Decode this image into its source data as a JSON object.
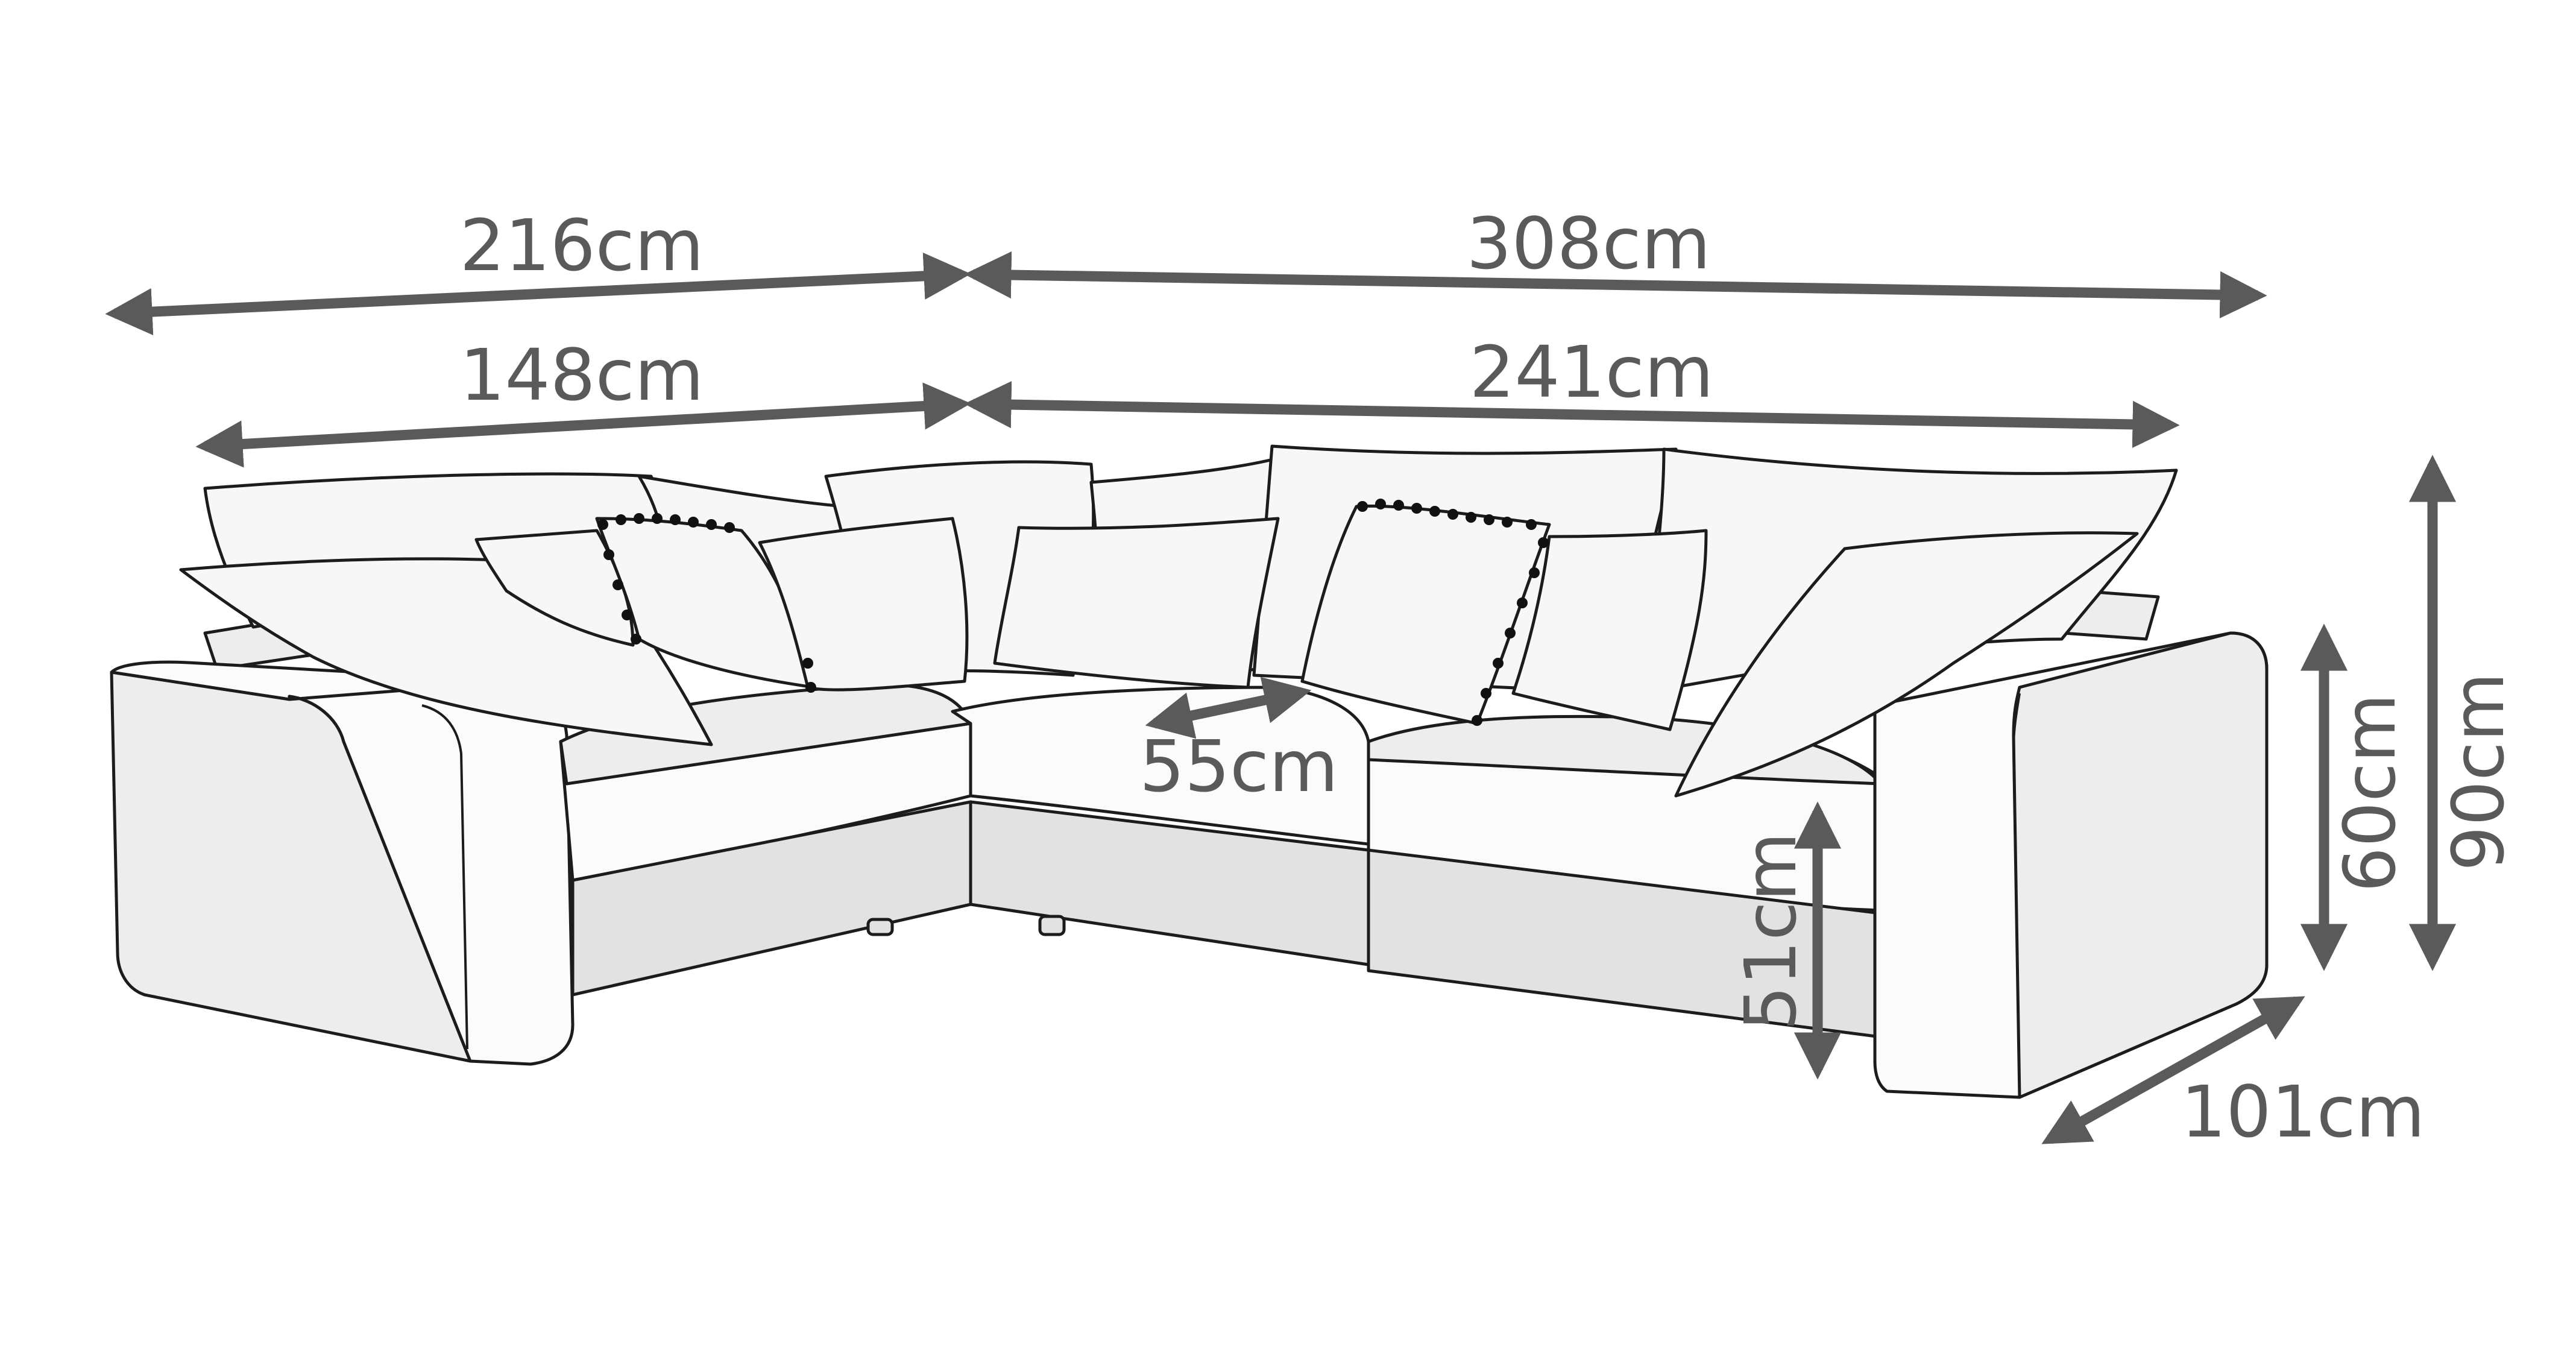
{
  "dimensions": {
    "overall_left_width": "216cm",
    "overall_right_width": "308cm",
    "seat_left_width": "148cm",
    "seat_right_width": "241cm",
    "seat_depth": "55cm",
    "seat_height": "51cm",
    "arm_height": "60cm",
    "total_height": "90cm",
    "total_depth": "101cm"
  },
  "colors": {
    "dimension_grey": "#5a5a5a",
    "outline": "#1c1c1c",
    "fabric_light": "#f7f7f7",
    "background": "#ffffff"
  }
}
